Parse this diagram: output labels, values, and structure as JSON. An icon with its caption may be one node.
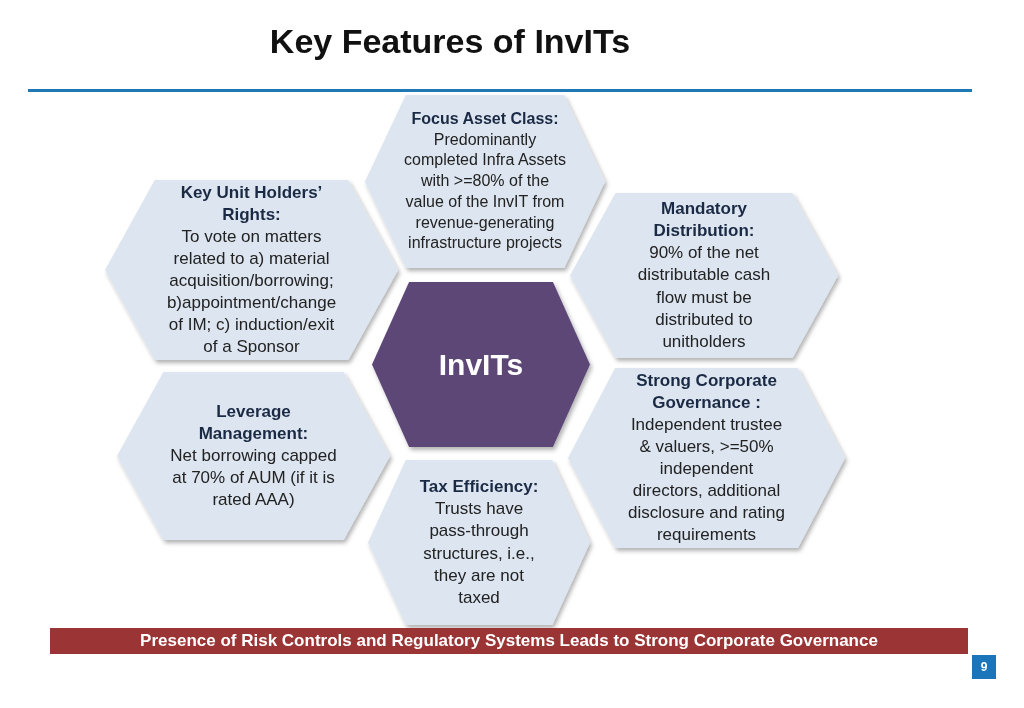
{
  "diagram": {
    "title": "Key Features of InvITs",
    "nodes": [
      {
        "text": [
          "Focus Asset Class:",
          "Predominantly completed Infra Assets with >=80% of the value of the InvIT from revenue-generating infrastructure projects"
        ]
      },
      {
        "text": [
          "Key Unit Holders’ Rights:",
          "To vote on matters related to a) material acquisition/borrowing; b)appointment/change of IM; c) induction/exit of a Sponsor"
        ]
      },
      {
        "text": [
          "Mandatory Distribution:",
          "90% of the net distributable  cash flow must be distributed to unitholders"
        ]
      },
      {
        "text": [
          "InvITs"
        ]
      },
      {
        "text": [
          "Leverage Management:",
          "Net borrowing capped at 70% of AUM (if it is rated AAA)"
        ]
      },
      {
        "text": [
          "Strong Corporate Governance :",
          "Independent trustee & valuers, >=50% independent directors, additional disclosure and rating requirements"
        ]
      },
      {
        "text": [
          "Tax Efficiency:",
          "Trusts have pass-through structures, i.e., they are not taxed"
        ]
      },
      {
        "text": [
          "Presence of Risk Controls and Regulatory Systems Leads to Strong Corporate Governance"
        ]
      }
    ],
    "edges": [],
    "labels": [
      "9"
    ]
  }
}
